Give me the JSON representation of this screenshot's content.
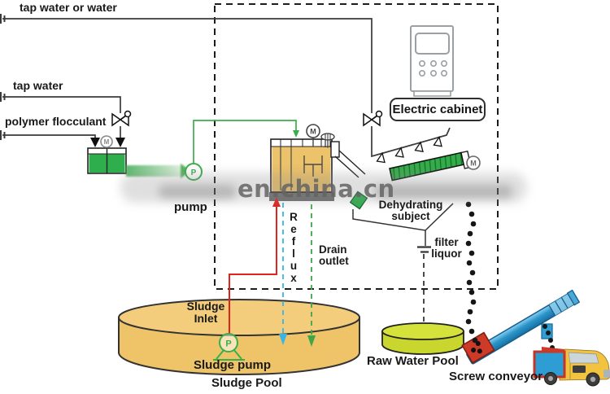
{
  "labels": {
    "tap_water_or_water": "tap water or water",
    "tap_water": "tap water",
    "polymer_flocculant": "polymer flocculant",
    "pump": "pump",
    "electric_cabinet": "Electric cabinet",
    "dehydrating_line1": "Dehydrating",
    "dehydrating_line2": "subject",
    "filter_line1": "filter",
    "filter_line2": "liquor",
    "drain_line1": "Drain",
    "drain_line2": "outlet",
    "reflux_letters": [
      "R",
      "e",
      "f",
      "l",
      "u",
      "x"
    ],
    "sludge_inlet_line1": "Sludge",
    "sludge_inlet_line2": "Inlet",
    "sludge_pump": "Sludge pump",
    "sludge_pool": "Sludge Pool",
    "raw_water_pool": "Raw Water Pool",
    "screw_conveyor": "Screw conveyor",
    "motor_m": "M",
    "pump_p": "P"
  },
  "watermark": "en.china.cn",
  "colors": {
    "pipe_black": "#1d1d1d",
    "flow_green": "#3aae4b",
    "tank_green": "#2fae4e",
    "tank_tan": "#ecc26a",
    "sludge_pool_fill": "#efc468",
    "raw_pool_fill": "#c9d62e",
    "reflux_red": "#e0231d",
    "drain_cyan": "#37b6e6",
    "drain_green": "#3fa648",
    "conveyor_blue": "#2f9fd3",
    "hopper_red": "#ce3a28",
    "truck_yellow": "#f2c33e"
  }
}
